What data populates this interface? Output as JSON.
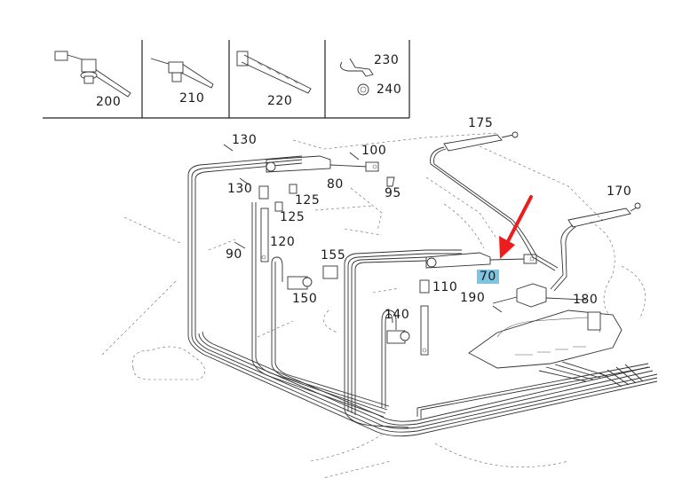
{
  "diagram": {
    "title": "Hydraulic soft top / roof actuation parts diagram",
    "accessory_panel": {
      "items": [
        {
          "part": "200",
          "name": "cable tie with mounting screw"
        },
        {
          "part": "210",
          "name": "cable tie with clip"
        },
        {
          "part": "220",
          "name": "cable tie"
        },
        {
          "part": "230",
          "name": "bracket"
        },
        {
          "part": "240",
          "name": "nut"
        }
      ]
    },
    "callouts": [
      {
        "id": "130a",
        "label": "130"
      },
      {
        "id": "100",
        "label": "100"
      },
      {
        "id": "130b",
        "label": "130"
      },
      {
        "id": "80",
        "label": "80"
      },
      {
        "id": "95",
        "label": "95"
      },
      {
        "id": "125a",
        "label": "125"
      },
      {
        "id": "125b",
        "label": "125"
      },
      {
        "id": "120",
        "label": "120"
      },
      {
        "id": "90",
        "label": "90"
      },
      {
        "id": "155",
        "label": "155"
      },
      {
        "id": "150",
        "label": "150"
      },
      {
        "id": "175",
        "label": "175"
      },
      {
        "id": "170",
        "label": "170"
      },
      {
        "id": "70",
        "label": "70",
        "highlighted": true
      },
      {
        "id": "110",
        "label": "110"
      },
      {
        "id": "190",
        "label": "190"
      },
      {
        "id": "180",
        "label": "180"
      },
      {
        "id": "140",
        "label": "140"
      }
    ],
    "highlight": {
      "part": "70",
      "color": "#7ec3e0",
      "arrow_color": "#ee1c1c"
    }
  }
}
